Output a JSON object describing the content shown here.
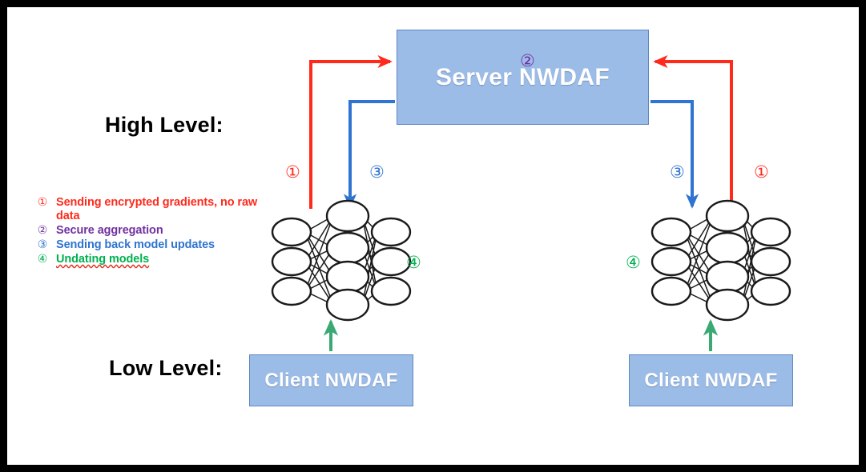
{
  "diagram": {
    "title_levels": {
      "high": "High Level:",
      "low": "Low Level:"
    },
    "server": {
      "label": "Server NWDAF",
      "marker": "②"
    },
    "clients": [
      {
        "label": "Client NWDAF",
        "marker": "④"
      },
      {
        "label": "Client NWDAF",
        "marker": "④"
      }
    ],
    "arrow_markers": {
      "left_up": "①",
      "left_down": "③",
      "right_down": "③",
      "right_up": "①"
    },
    "legend": [
      {
        "num": "①",
        "text": "Sending encrypted gradients, no raw data",
        "color": "#FF2A1C",
        "misspelled": false
      },
      {
        "num": "②",
        "text": "Secure aggregation",
        "color": "#7030A0",
        "misspelled": false
      },
      {
        "num": "③",
        "text": "Sending back model updates",
        "color": "#2E74D0",
        "misspelled": false
      },
      {
        "num": "④",
        "text": "Undating models",
        "color": "#00B050",
        "misspelled": true
      }
    ],
    "colors": {
      "box_fill": "#9CBCE8",
      "box_border": "#5E87C4",
      "upload_arrow": "#FF2A1C",
      "download_arrow": "#2E74D0",
      "update_arrow": "#3BA974",
      "aggregation": "#7030A0",
      "canvas_border": "#000000"
    }
  }
}
